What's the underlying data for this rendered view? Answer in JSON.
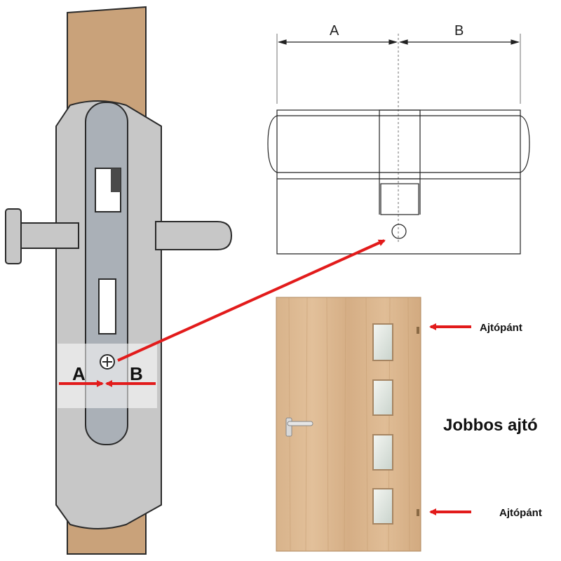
{
  "lock_diagram": {
    "label_a": "A",
    "label_b": "B"
  },
  "cylinder_drawing": {
    "dimension_a": "A",
    "dimension_b": "B"
  },
  "door": {
    "hinge_top_label": "Ajtópánt",
    "hinge_bottom_label": "Ajtópánt",
    "title": "Jobbos ajtó"
  },
  "colors": {
    "wood": "#c9a27a",
    "metal": "#cccccc",
    "plate": "#aab0b7",
    "arrow": "#e21b1b",
    "door_wood": "#d9b48e"
  }
}
